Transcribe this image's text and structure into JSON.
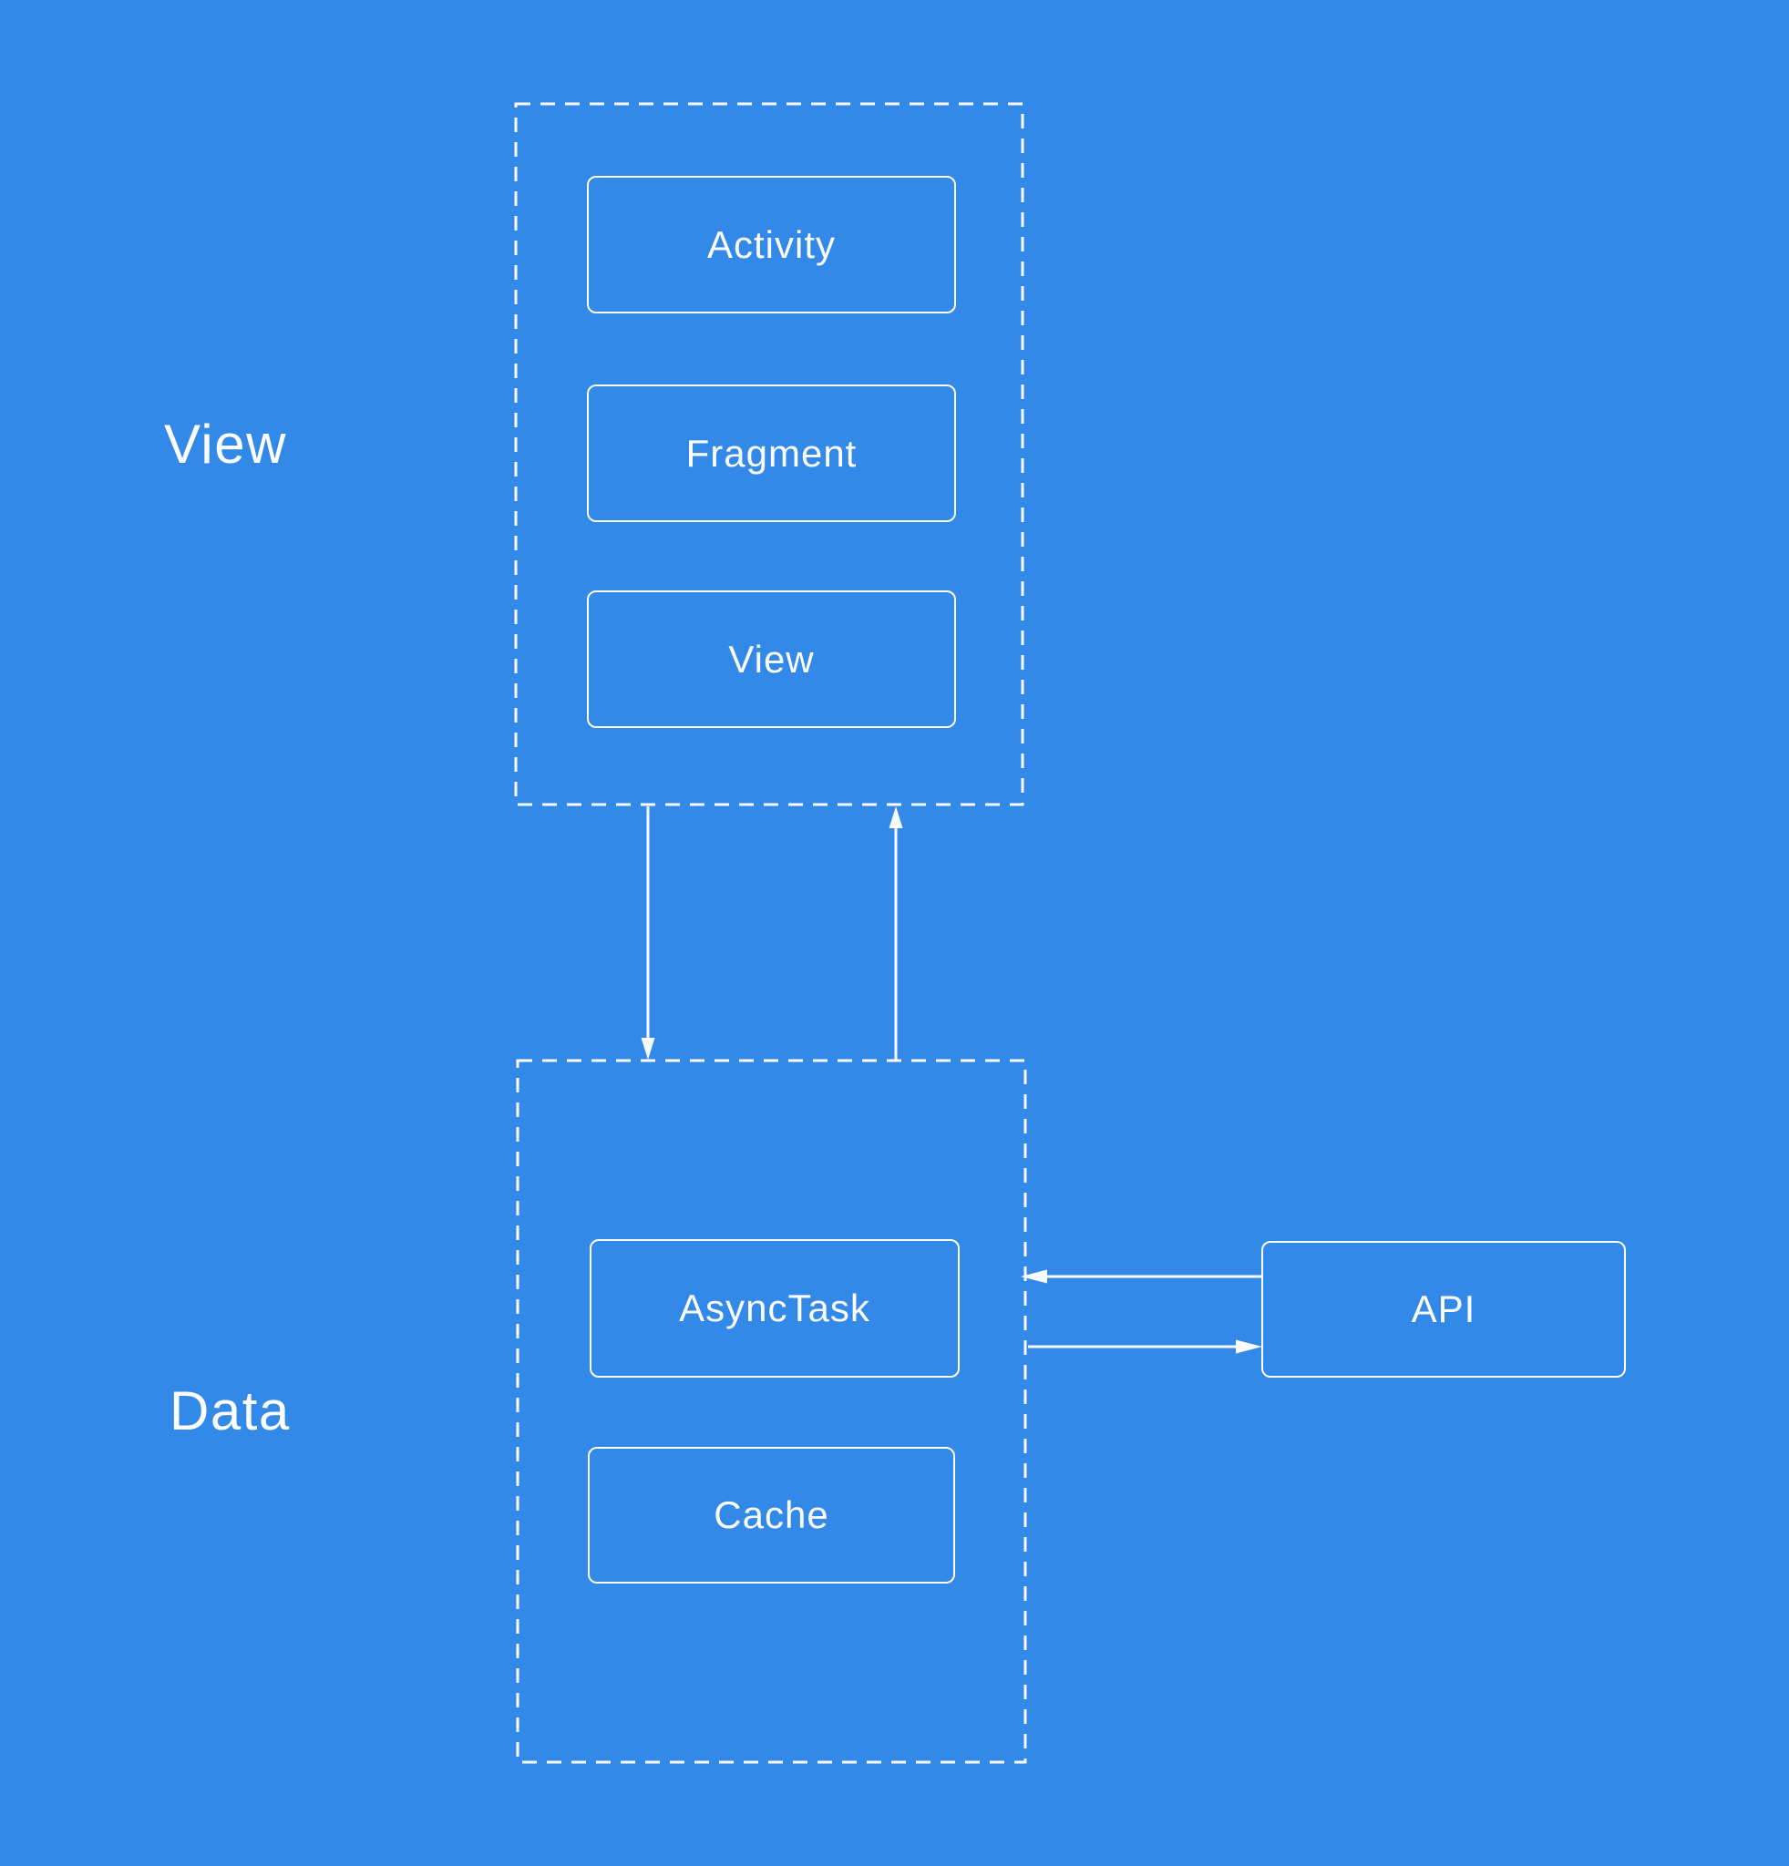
{
  "colors": {
    "background": "#3389E8",
    "stroke": "#FFFFFF",
    "text": "#FFFFFF"
  },
  "labels": {
    "view_section": "View",
    "data_section": "Data"
  },
  "view_group": {
    "boxes": [
      {
        "label": "Activity"
      },
      {
        "label": "Fragment"
      },
      {
        "label": "View"
      }
    ]
  },
  "data_group": {
    "boxes": [
      {
        "label": "AsyncTask"
      },
      {
        "label": "Cache"
      }
    ]
  },
  "api": {
    "label": "API"
  },
  "arrows": [
    {
      "name": "view-group-to-data-group",
      "direction": "down"
    },
    {
      "name": "data-group-to-view-group",
      "direction": "up"
    },
    {
      "name": "api-to-data-group",
      "direction": "left"
    },
    {
      "name": "data-group-to-api",
      "direction": "right"
    }
  ]
}
